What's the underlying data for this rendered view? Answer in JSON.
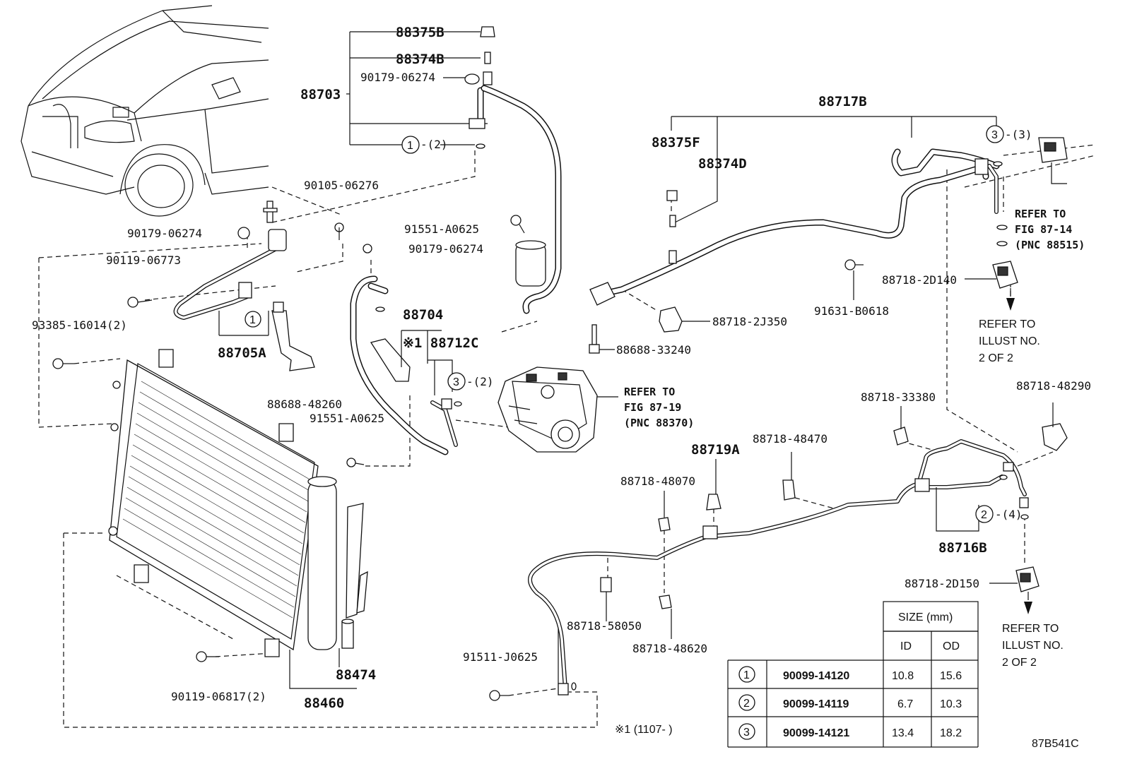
{
  "diagram_id": "87B541C",
  "footnote": "※1 (1107-  )",
  "parts": {
    "p88375B": "88375B",
    "p88374B": "88374B",
    "p90179_06274_top": "90179-06274",
    "p88703": "88703",
    "p1_2": "①-(2)",
    "p90105_06276": "90105-06276",
    "p90179_06274_left": "90179-06274",
    "p90119_06773": "90119-06773",
    "p93385_16014": "93385-16014(2)",
    "p88705A": "88705A",
    "p88688_48260": "88688-48260",
    "p91551_A0625_a": "91551-A0625",
    "p90179_06274_mid": "90179-06274",
    "p88704": "88704",
    "p88712C": "※1 88712C",
    "p3_2": "③-(2)",
    "p91551_A0625_b": "91551-A0625",
    "p88717B": "88717B",
    "p88375F": "88375F",
    "p88374D": "88374D",
    "p3_3": "③-(3)",
    "p88718_2D140": "88718-2D140",
    "p91631_B0618": "91631-B0618",
    "p88718_2J350": "88718-2J350",
    "p88688_33240": "88688-33240",
    "p88718_33380": "88718-33380",
    "p88718_48290": "88718-48290",
    "p88719A": "88719A",
    "p88718_48470": "88718-48470",
    "p88718_48070": "88718-48070",
    "p2_4": "②-(4)",
    "p88716B": "88716B",
    "p88718_2D150": "88718-2D150",
    "p88718_58050": "88718-58050",
    "p88718_48620": "88718-48620",
    "p91511_J0625": "91511-J0625",
    "p88474": "88474",
    "p90119_06817": "90119-06817(2)",
    "p88460": "88460"
  },
  "references": {
    "fig_87_14": [
      "REFER TO",
      "FIG 87-14",
      "(PNC 88515)"
    ],
    "fig_87_19": [
      "REFER TO",
      "FIG 87-19",
      "(PNC 88370)"
    ],
    "illust_a": [
      "REFER TO",
      "ILLUST NO.",
      "2 OF 2"
    ],
    "illust_b": [
      "REFER TO",
      "ILLUST NO.",
      "2 OF 2"
    ]
  },
  "size_table": {
    "header": "SIZE (mm)",
    "col_id": "ID",
    "col_od": "OD",
    "rows": [
      {
        "key": "1",
        "part": "90099-14120",
        "id": "10.8",
        "od": "15.6"
      },
      {
        "key": "2",
        "part": "90099-14119",
        "id": "6.7",
        "od": "10.3"
      },
      {
        "key": "3",
        "part": "90099-14121",
        "id": "13.4",
        "od": "18.2"
      }
    ]
  }
}
